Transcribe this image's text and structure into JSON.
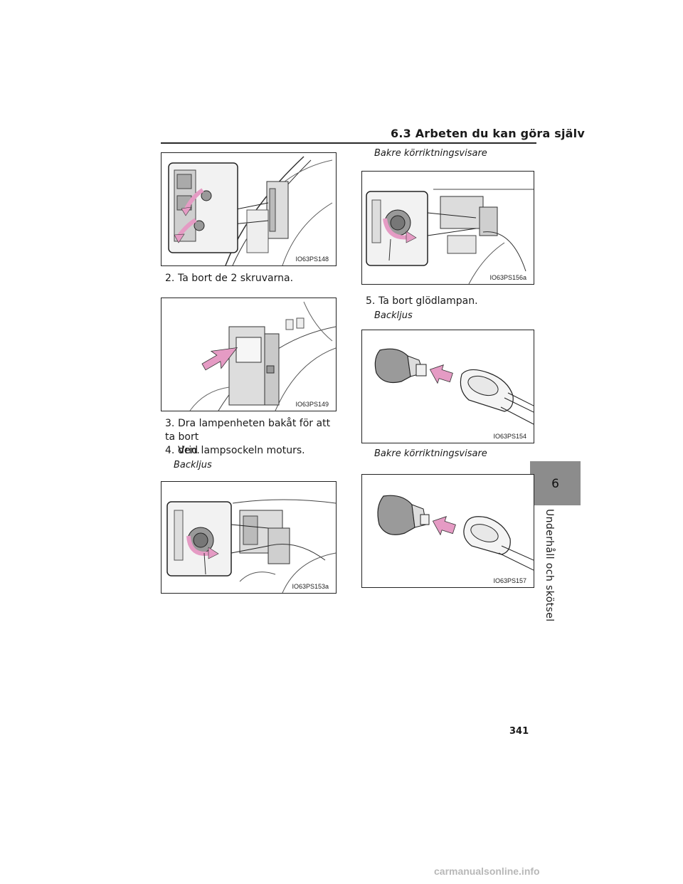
{
  "header": {
    "section_title": "6.3  Arbeten du kan göra själv"
  },
  "side_tab": {
    "number": "6",
    "label": "Underhåll och skötsel"
  },
  "figures": {
    "fig1": {
      "code": "IO63PS148"
    },
    "fig2": {
      "code": "IO63PS149"
    },
    "fig3": {
      "code": "IO63PS153a"
    },
    "fig4": {
      "code": "IO63PS156a"
    },
    "fig5": {
      "code": "IO63PS154"
    },
    "fig6": {
      "code": "IO63PS157"
    }
  },
  "steps": {
    "step2": {
      "num": "2.",
      "text": "Ta bort de 2 skruvarna."
    },
    "step3": {
      "num": "3.",
      "line1": "Dra lampenheten bakåt för att ta bort",
      "line2": "den."
    },
    "step4": {
      "num": "4.",
      "text": "Vrid lampsockeln moturs."
    },
    "step5": {
      "num": "5.",
      "text": "Ta bort glödlampan."
    }
  },
  "subheadings": {
    "left_backljus": "Backljus",
    "right_top_blinker": "Bakre körriktningsvisare",
    "right_backljus": "Backljus",
    "right_bottom_blinker": "Bakre körriktningsvisare"
  },
  "page": {
    "number": "341"
  },
  "footer": {
    "watermark": "carmanualsonline.info"
  },
  "colors": {
    "arrow": "#e59bc4",
    "tab": "#8c8c8c"
  }
}
